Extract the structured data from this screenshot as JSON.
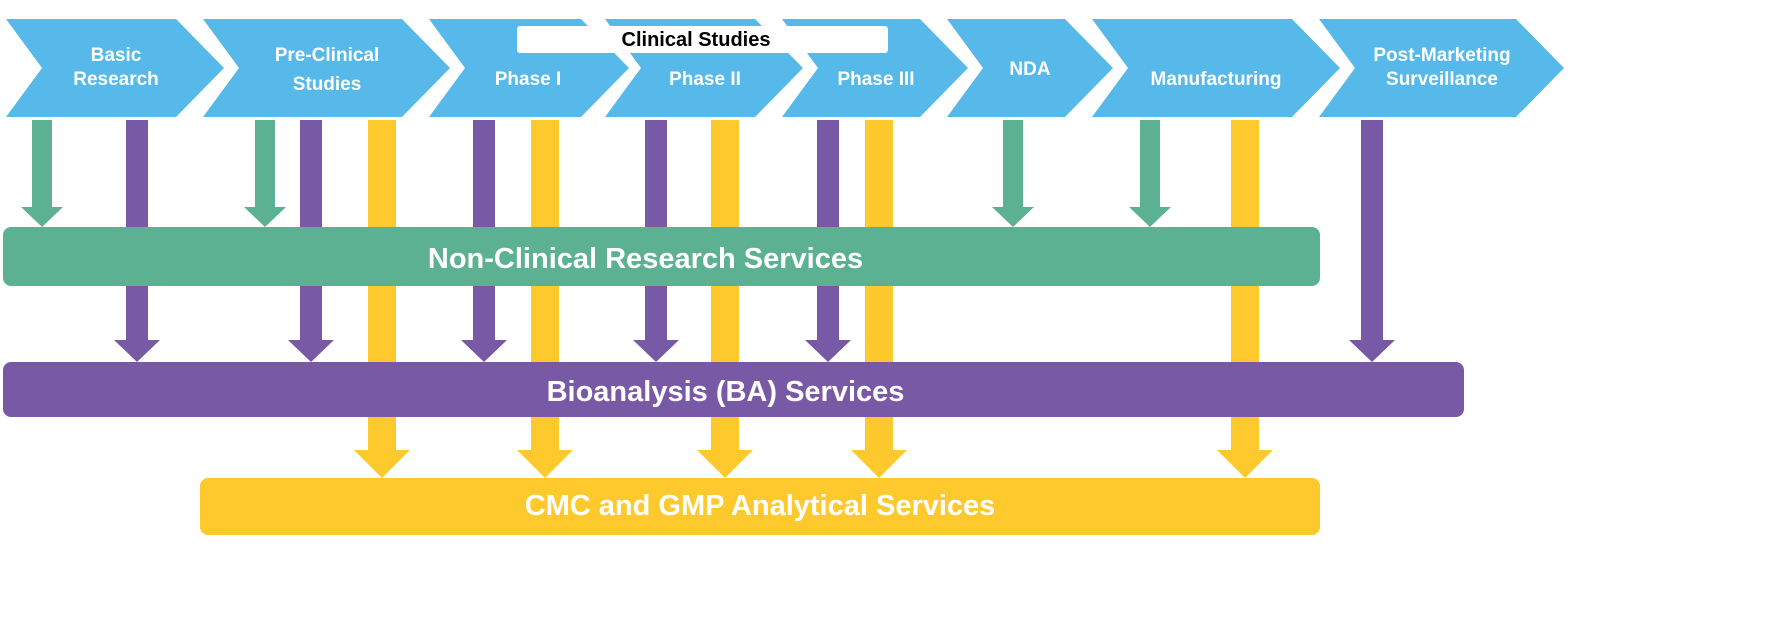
{
  "colors": {
    "stage": "#56b9e9",
    "nonclinical": "#5bb192",
    "bioanalysis": "#7859a6",
    "cmc": "#fdc92c",
    "white": "#ffffff",
    "dark": "#000000"
  },
  "clinical_group_label": "Clinical Studies",
  "stages": [
    {
      "lines": [
        "Basic",
        "Research"
      ]
    },
    {
      "lines": [
        "Pre-Clinical",
        "Studies"
      ]
    },
    {
      "lines": [
        "Phase I"
      ]
    },
    {
      "lines": [
        "Phase II"
      ]
    },
    {
      "lines": [
        "Phase III"
      ]
    },
    {
      "lines": [
        "NDA"
      ]
    },
    {
      "lines": [
        "Manufacturing"
      ]
    },
    {
      "lines": [
        "Post-Marketing",
        "Surveillance"
      ]
    }
  ],
  "services": [
    {
      "key": "nonclinical",
      "label": "Non-Clinical Research Services"
    },
    {
      "key": "bioanalysis",
      "label": "Bioanalysis (BA) Services"
    },
    {
      "key": "cmc",
      "label": "CMC and GMP Analytical Services"
    }
  ],
  "links": [
    {
      "stage": "Basic Research",
      "service": "nonclinical"
    },
    {
      "stage": "Basic Research",
      "service": "bioanalysis"
    },
    {
      "stage": "Pre-Clinical Studies",
      "service": "nonclinical"
    },
    {
      "stage": "Pre-Clinical Studies",
      "service": "bioanalysis"
    },
    {
      "stage": "Pre-Clinical Studies",
      "service": "cmc"
    },
    {
      "stage": "Phase I",
      "service": "bioanalysis"
    },
    {
      "stage": "Phase I",
      "service": "cmc"
    },
    {
      "stage": "Phase II",
      "service": "bioanalysis"
    },
    {
      "stage": "Phase II",
      "service": "cmc"
    },
    {
      "stage": "Phase III",
      "service": "bioanalysis"
    },
    {
      "stage": "Phase III",
      "service": "cmc"
    },
    {
      "stage": "NDA",
      "service": "nonclinical"
    },
    {
      "stage": "Manufacturing",
      "service": "nonclinical"
    },
    {
      "stage": "Manufacturing",
      "service": "cmc"
    },
    {
      "stage": "Post-Marketing Surveillance",
      "service": "bioanalysis"
    }
  ]
}
